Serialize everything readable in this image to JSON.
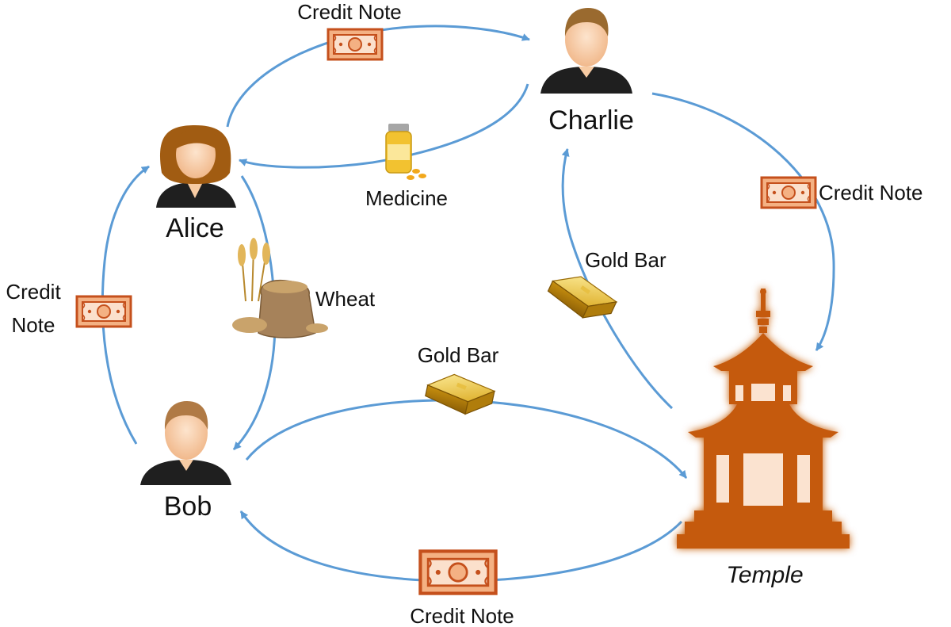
{
  "colors": {
    "arrow": "#5b9bd5",
    "credit_note": "#c5501c",
    "credit_note_fill": "#f4b183",
    "temple": "#c55a11",
    "temple_glow": "#f4b183",
    "gold": "#d4a017",
    "person_shirt": "#1f1f1f",
    "person_skin": "#f7cba3",
    "alice_hair": "#a15c12",
    "charlie_hair": "#9a6a2f",
    "bob_hair": "#b07a45"
  },
  "actors": {
    "alice": {
      "name": "Alice",
      "icon": "woman-avatar-icon"
    },
    "bob": {
      "name": "Bob",
      "icon": "man-avatar-icon"
    },
    "charlie": {
      "name": "Charlie",
      "icon": "man-avatar-icon"
    },
    "temple": {
      "name": "Temple",
      "icon": "pagoda-temple-icon"
    }
  },
  "flows": [
    {
      "from": "Alice",
      "to": "Charlie",
      "item": "Credit Note",
      "icon": "banknote-icon"
    },
    {
      "from": "Charlie",
      "to": "Alice",
      "item": "Medicine",
      "icon": "medicine-bottle-icon"
    },
    {
      "from": "Charlie",
      "to": "Temple",
      "item": "Credit Note",
      "icon": "banknote-icon"
    },
    {
      "from": "Temple",
      "to": "Charlie",
      "item": "Gold Bar",
      "icon": "gold-bar-icon"
    },
    {
      "from": "Bob",
      "to": "Temple",
      "item": "Gold Bar",
      "icon": "gold-bar-icon"
    },
    {
      "from": "Temple",
      "to": "Bob",
      "item": "Credit Note",
      "icon": "banknote-icon"
    },
    {
      "from": "Bob",
      "to": "Alice",
      "label_lines": [
        "Credit",
        "Note"
      ],
      "icon": "banknote-icon"
    },
    {
      "from": "Alice",
      "to": "Bob",
      "item": "Wheat",
      "icon": "wheat-sack-icon"
    }
  ]
}
